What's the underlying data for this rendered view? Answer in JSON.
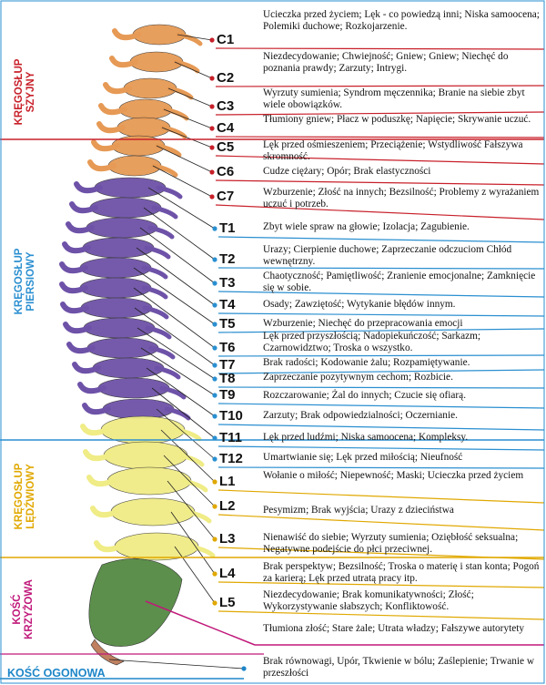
{
  "colors": {
    "cervical": "#c8202a",
    "thoracic": "#2a8fd0",
    "lumbar": "#e0a800",
    "sacral": "#c0187a",
    "coccyx": "#1e86c8",
    "cervical_bone": "#e69a55",
    "thoracic_bone": "#6e52a8",
    "lumbar_bone": "#f0ec86",
    "sacral_bone": "#5c8f4c"
  },
  "regions": {
    "cervical": "KRĘGOSŁUP SZYJNY",
    "thoracic": "KRĘGOSŁUP PIERSIOWY",
    "lumbar": "KRĘGOSŁUP LĘDŹWIOWY",
    "sacral": "KOŚĆ KRZYŻOWA",
    "coccyx": "KOŚĆ OGONOWA"
  },
  "vertebrae": [
    {
      "label": "C1",
      "desc": "Ucieczka przed życiem; Lęk - co powiedzą inni; Niska samoocena; Polemiki duchowe; Rozkojarzenie."
    },
    {
      "label": "C2",
      "desc": "Niezdecydowanie; Chwiejność; Gniew; Gniew; Niechęć do poznania prawdy; Zarzuty; Intrygi."
    },
    {
      "label": "C3",
      "desc": "Wyrzuty sumienia; Syndrom męczennika; Branie na siebie zbyt wiele obowiązków."
    },
    {
      "label": "C4",
      "desc": "Tłumiony gniew; Płacz w poduszkę; Napięcie; Skrywanie uczuć."
    },
    {
      "label": "C5",
      "desc": "Lęk przed ośmieszeniem; Przeciążenie; Wstydliwość Fałszywa skromność."
    },
    {
      "label": "C6",
      "desc": "Cudze ciężary; Opór; Brak elastyczności"
    },
    {
      "label": "C7",
      "desc": "Wzburzenie; Złość na innych; Bezsilność; Problemy z wyrażaniem uczuć i potrzeb."
    },
    {
      "label": "T1",
      "desc": "Zbyt wiele spraw na głowie; Izolacja; Zagubienie."
    },
    {
      "label": "T2",
      "desc": "Urazy; Cierpienie duchowe; Zaprzeczanie odczuciom Chłód wewnętrzny."
    },
    {
      "label": "T3",
      "desc": "Chaotyczność; Pamiętliwość; Zranienie emocjonalne; Zamknięcie się w sobie."
    },
    {
      "label": "T4",
      "desc": "Osady; Zawziętość; Wytykanie błędów innym."
    },
    {
      "label": "T5",
      "desc": "Wzburzenie; Niechęć do przepracowania emocji"
    },
    {
      "label": "T6",
      "desc": "Lęk przed przyszłością; Nadopiekuńczość; Sarkazm; Czarnowidztwo; Troska o wszystko."
    },
    {
      "label": "T7",
      "desc": "Brak radości; Kodowanie żalu; Rozpamiętywanie."
    },
    {
      "label": "T8",
      "desc": "Zaprzeczanie pozytywnym cechom; Rozbicie."
    },
    {
      "label": "T9",
      "desc": "Rozczarowanie; Żal do innych; Czucie się ofiarą."
    },
    {
      "label": "T10",
      "desc": "Zarzuty; Brak odpowiedzialności; Oczernianie."
    },
    {
      "label": "T11",
      "desc": "Lęk przed ludźmi; Niska samoocena; Kompleksy."
    },
    {
      "label": "T12",
      "desc": "Umartwianie się; Lęk przed miłością; Nieufność"
    },
    {
      "label": "L1",
      "desc": "Wołanie o miłość; Niepewność; Maski; Ucieczka przed życiem"
    },
    {
      "label": "L2",
      "desc": "Pesymizm; Brak wyjścia; Urazy z dzieciństwa"
    },
    {
      "label": "L3",
      "desc": "Nienawiść do siebie; Wyrzuty sumienia; Oziębłość seksualna; Negatywne podejście do płci przeciwnej."
    },
    {
      "label": "L4",
      "desc": "Brak perspektyw; Bezsilność; Troska o materię i stan konta; Pogoń za karierą; Lęk przed utratą pracy itp."
    },
    {
      "label": "L5",
      "desc": "Niezdecydowanie; Brak komunikatywności; Złość; Wykorzystywanie słabszych; Konfliktowość."
    }
  ],
  "sacrum": {
    "desc": "Tłumiona złość; Stare żale; Utrata władzy; Fałszywe autorytety"
  },
  "coccyx": {
    "desc": "Brak równowagi, Upór, Tkwienie w bólu; Zaślepienie; Trwanie w przeszłości"
  }
}
